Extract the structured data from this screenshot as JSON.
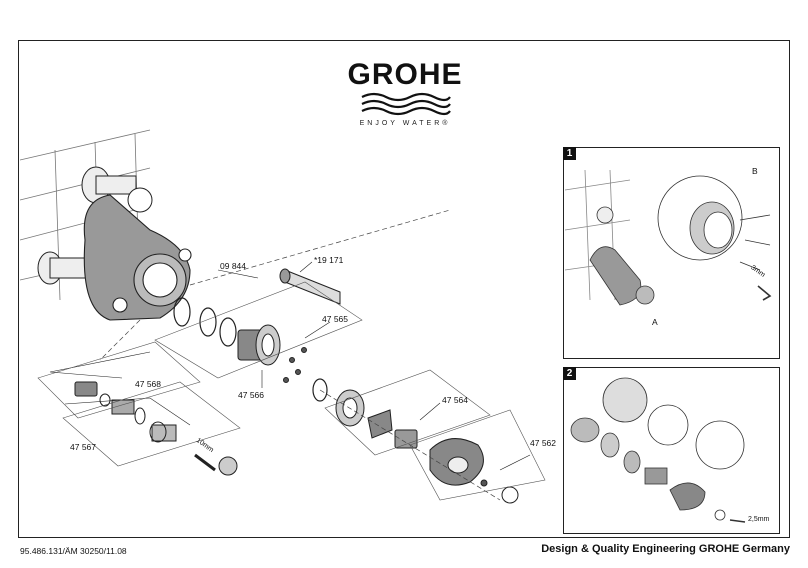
{
  "logo": {
    "wordmark": "GROHE",
    "tagline": "ENJOY WATER®"
  },
  "parts": {
    "p09844": "09 844",
    "p19171": "*19 171",
    "p47565": "47 565",
    "p47566": "47 566",
    "p47568": "47 568",
    "p47567": "47 567",
    "p47564": "47 564",
    "p47562": "47 562",
    "tool10": "10mm"
  },
  "inset1": {
    "number": "1",
    "label_a": "A",
    "label_b": "B",
    "tool": "3mm"
  },
  "inset2": {
    "number": "2",
    "tool": "2,5mm"
  },
  "footer": {
    "doc_number": "95.486.131/ÄM 30250/11.08",
    "company": "Design & Quality Engineering GROHE Germany"
  }
}
